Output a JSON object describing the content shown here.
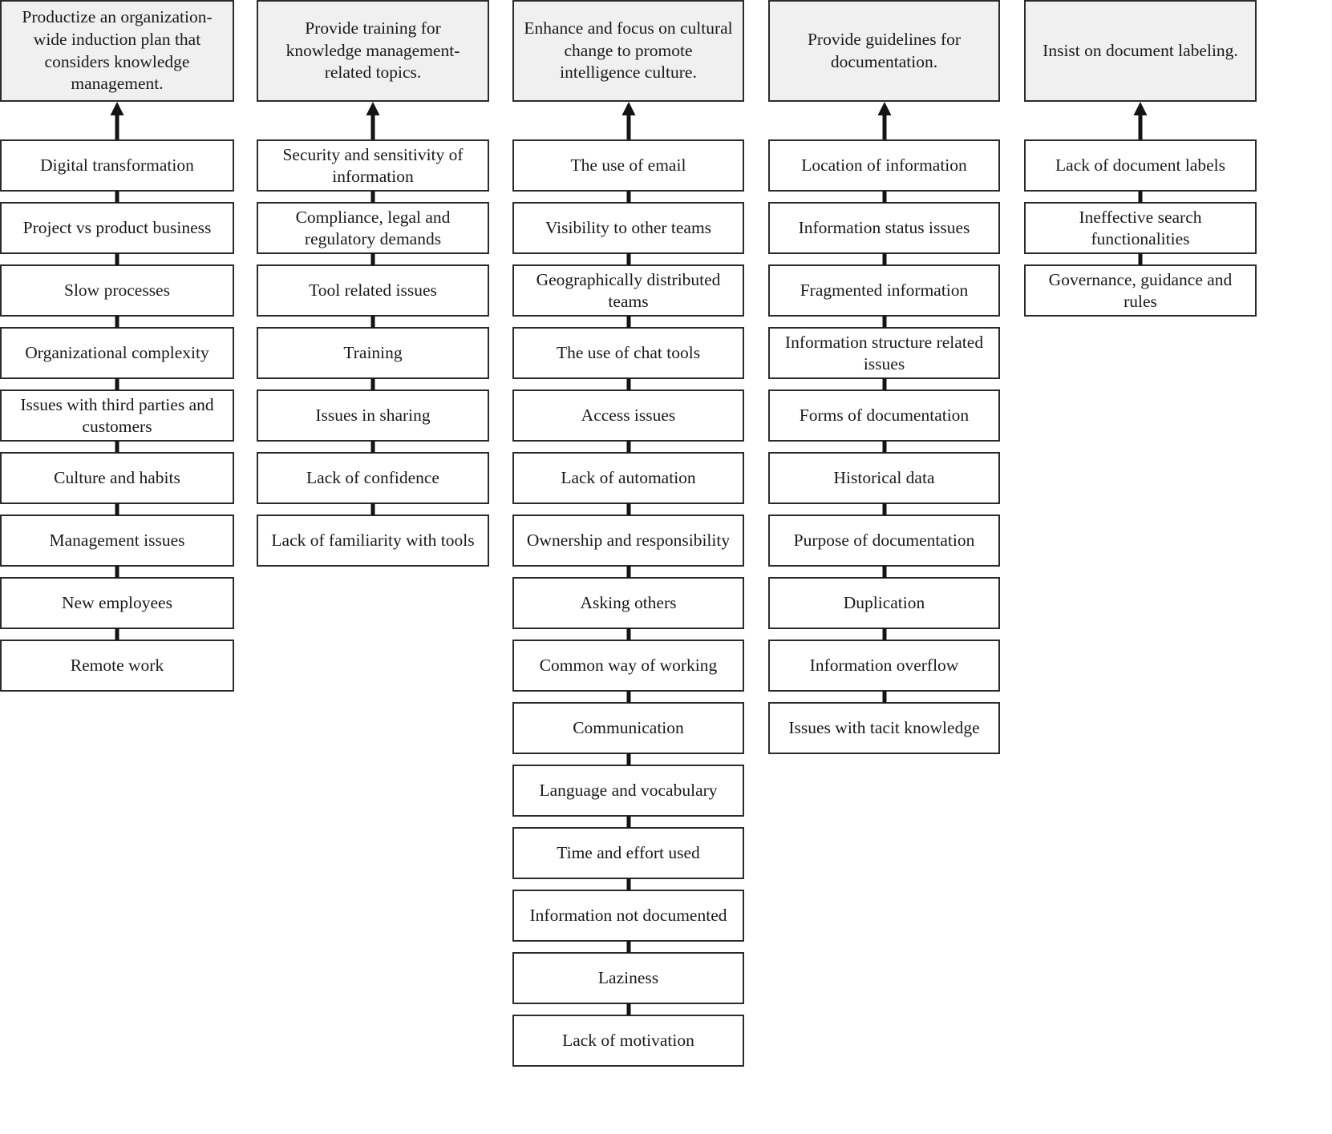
{
  "diagram": {
    "type": "affinity-column-chart",
    "orientation": "bottom-up-arrows",
    "columns": [
      {
        "goal": "Productize an organization-wide induction plan that considers knowledge management.",
        "items": [
          "Digital transformation",
          "Project vs product business",
          "Slow processes",
          "Organizational complexity",
          "Issues with third parties and customers",
          "Culture and habits",
          "Management issues",
          "New employees",
          "Remote work"
        ]
      },
      {
        "goal": "Provide training for knowledge management-related topics.",
        "items": [
          "Security and sensitivity of information",
          "Compliance, legal and regulatory demands",
          "Tool related issues",
          "Training",
          "Issues in sharing",
          "Lack of confidence",
          "Lack of familiarity with tools"
        ]
      },
      {
        "goal": "Enhance and focus on cultural change to promote intelligence culture.",
        "items": [
          "The use of email",
          "Visibility to other teams",
          "Geographically distributed teams",
          "The use of chat tools",
          "Access issues",
          "Lack of automation",
          "Ownership and responsibility",
          "Asking others",
          "Common way of working",
          "Communication",
          "Language and vocabulary",
          "Time and effort used",
          "Information not documented",
          "Laziness",
          "Lack of motivation"
        ]
      },
      {
        "goal": "Provide guidelines for documentation.",
        "items": [
          "Location of information",
          "Information status issues",
          "Fragmented information",
          "Information structure related issues",
          "Forms of documentation",
          "Historical data",
          "Purpose of documentation",
          "Duplication",
          "Information overflow",
          "Issues with tacit knowledge"
        ]
      },
      {
        "goal": "Insist on document labeling.",
        "items": [
          "Lack of document labels",
          "Ineffective search functionalities",
          "Governance, guidance and rules"
        ]
      }
    ],
    "colors": {
      "goal_fill": "#f0f0f0",
      "item_fill": "#ffffff",
      "border": "#2b2b2b",
      "arrow": "#141414",
      "text": "#1a1a1a",
      "background": "#ffffff"
    }
  }
}
